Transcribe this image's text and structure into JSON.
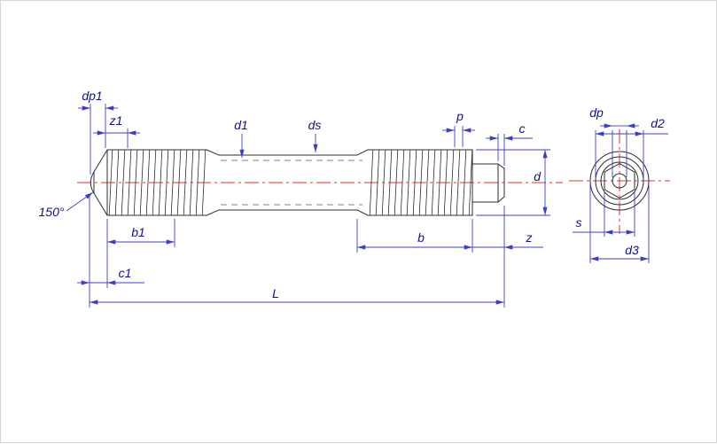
{
  "drawing": {
    "type": "technical-drawing",
    "subject": "threaded-stud-with-point-side-and-end-views",
    "labels": {
      "dp1": "dp1",
      "z1": "z1",
      "d1": "d1",
      "ds": "ds",
      "p": "p",
      "c": "c",
      "d": "d",
      "angle": "150°",
      "b1": "b1",
      "b": "b",
      "z": "z",
      "c1": "c1",
      "L": "L",
      "dp": "dp",
      "d2": "d2",
      "s": "s",
      "d3": "d3"
    },
    "colors": {
      "outline": "#2e2e2e",
      "dimension": "#3d3dcc",
      "text": "#10108c",
      "centerline": "#e03535",
      "background": "#ffffff"
    }
  }
}
